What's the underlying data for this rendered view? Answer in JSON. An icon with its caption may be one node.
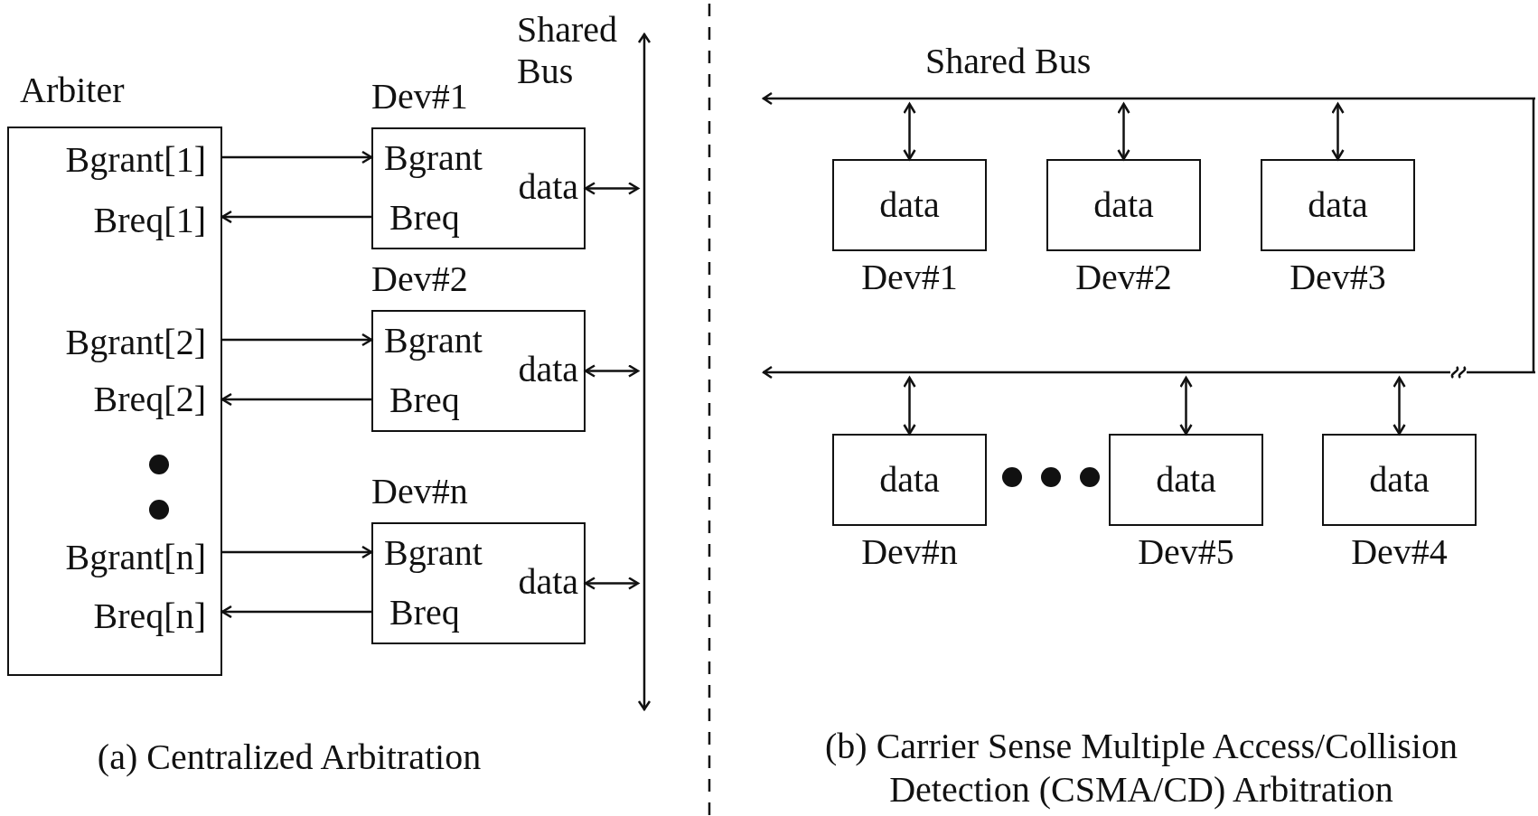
{
  "diagram": {
    "nodes": [
      {
        "text": [
          "Arbiter",
          "Bgrant[1]",
          "Breq[1]",
          "Bgrant[2]",
          "Breq[2]",
          "Bgrant[n]",
          "Breq[n]"
        ]
      },
      {
        "text": [
          "Dev#1",
          "Bgrant",
          "Breq",
          "data"
        ]
      },
      {
        "text": [
          "Dev#2",
          "Bgrant",
          "Breq",
          "data"
        ]
      },
      {
        "text": [
          "Dev#n",
          "Bgrant",
          "Breq",
          "data"
        ]
      },
      {
        "text": [],
        "shape": "bar",
        "beside": [
          "Shared Bus"
        ]
      },
      {
        "text": [],
        "shape": "bar",
        "beside": [
          "Shared Bus"
        ]
      },
      {
        "text": [
          "data"
        ],
        "beside": [
          "Dev#1"
        ]
      },
      {
        "text": [
          "data"
        ],
        "beside": [
          "Dev#2"
        ]
      },
      {
        "text": [
          "data"
        ],
        "beside": [
          "Dev#3"
        ]
      },
      {
        "text": [],
        "shape": "bar"
      },
      {
        "text": [
          "data"
        ],
        "beside": [
          "Dev#n"
        ]
      },
      {
        "text": [
          "data"
        ],
        "beside": [
          "Dev#5"
        ]
      },
      {
        "text": [
          "data"
        ],
        "beside": [
          "Dev#4"
        ]
      }
    ],
    "edges": [
      {
        "from": 0,
        "to": 1,
        "arrow": "to"
      },
      {
        "from": 1,
        "to": 0,
        "arrow": "to"
      },
      {
        "from": 0,
        "to": 2,
        "arrow": "to"
      },
      {
        "from": 2,
        "to": 0,
        "arrow": "to"
      },
      {
        "from": 0,
        "to": 3,
        "arrow": "to"
      },
      {
        "from": 3,
        "to": 0,
        "arrow": "to"
      },
      {
        "from": 1,
        "to": 4,
        "arrow": "both"
      },
      {
        "from": 2,
        "to": 4,
        "arrow": "both"
      },
      {
        "from": 3,
        "to": 4,
        "arrow": "both"
      },
      {
        "from": 5,
        "to": 6,
        "arrow": "both"
      },
      {
        "from": 5,
        "to": 7,
        "arrow": "both"
      },
      {
        "from": 5,
        "to": 8,
        "arrow": "both"
      },
      {
        "from": 5,
        "to": 9,
        "arrow": "none"
      },
      {
        "from": 9,
        "to": 10,
        "arrow": "both"
      },
      {
        "from": 9,
        "to": 11,
        "arrow": "both"
      },
      {
        "from": 9,
        "to": 12,
        "arrow": "both"
      }
    ],
    "labels": [
      "(a) Centralized Arbitration",
      "(b) Carrier Sense Multiple Access/Collision Detection (CSMA/CD) Arbitration"
    ]
  }
}
